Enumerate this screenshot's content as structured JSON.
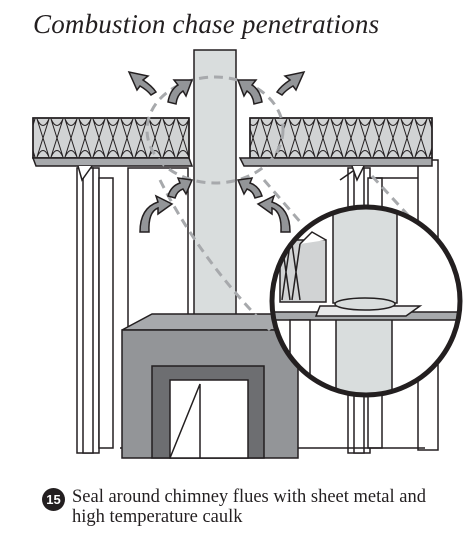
{
  "title": "Combustion chase penetrations",
  "caption": {
    "step_number": "15",
    "text": "Seal around chimney flues with sheet metal and high temperature caulk"
  },
  "colors": {
    "ink": "#231f20",
    "chimney": "#d9dddd",
    "fireplace_top": "#a7a9ac",
    "fireplace_front": "#939598",
    "fireplace_opening_frame": "#6d6e71",
    "insulation": "#d1d3d4",
    "arrow": "#939598"
  }
}
